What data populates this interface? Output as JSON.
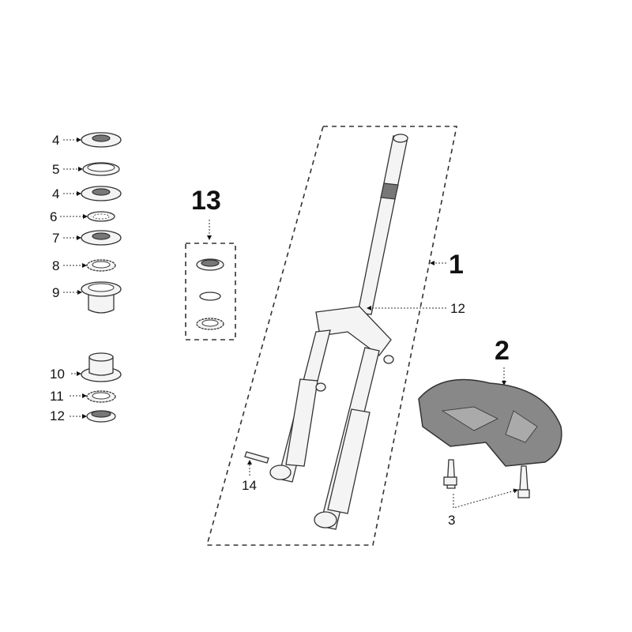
{
  "callouts": {
    "left_stack": [
      "4",
      "5",
      "4",
      "6",
      "7",
      "8",
      "9",
      "10",
      "11",
      "12"
    ],
    "kit": "13",
    "fork": "1",
    "fork_top": "12",
    "cover": "2",
    "screws": "3",
    "bolt": "14"
  }
}
